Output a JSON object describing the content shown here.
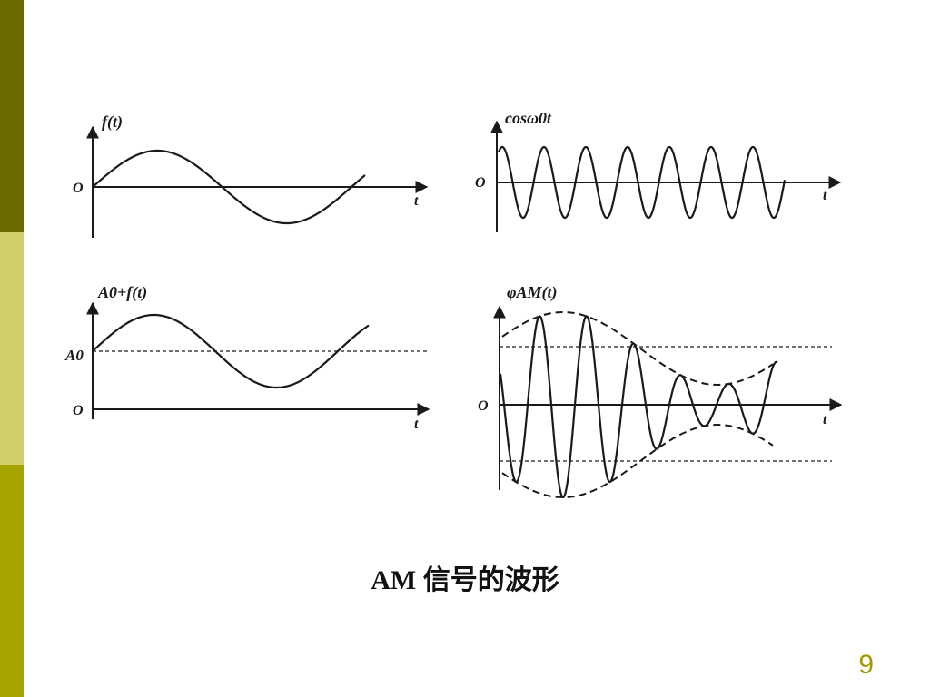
{
  "theme": {
    "stripe_top": "#6b6b00",
    "stripe_mid": "#cfd06a",
    "stripe_bot": "#a6a400",
    "page_num_color": "#a09a00",
    "ink": "#1a1a1a"
  },
  "panels": [
    {
      "id": "signal",
      "ylabel": "f(t)",
      "xlabel": "t",
      "origin_label": "O"
    },
    {
      "id": "carrier",
      "ylabel": "cosω0t",
      "xlabel": "t",
      "origin_label": "O"
    },
    {
      "id": "offset",
      "ylabel": "A0+f(t)",
      "xlabel": "t",
      "origin_label": "O",
      "level_label": "A0"
    },
    {
      "id": "am",
      "ylabel": "φAM(t)",
      "xlabel": "t",
      "origin_label": "O"
    }
  ],
  "caption": "AM 信号的波形",
  "page_number": "9"
}
